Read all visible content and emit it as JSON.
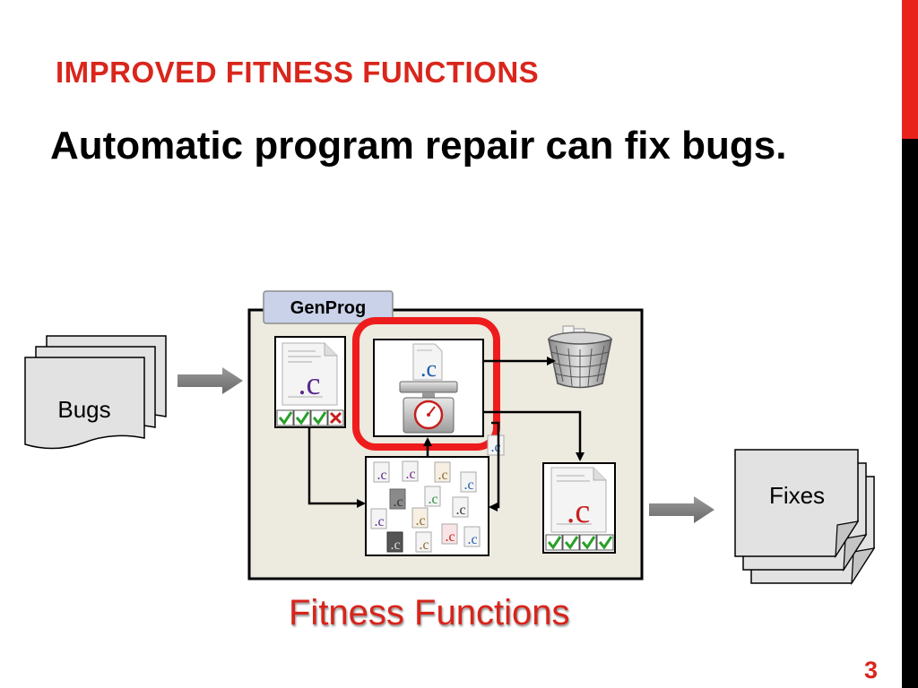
{
  "slide": {
    "title": "IMPROVED FITNESS FUNCTIONS",
    "subtitle": "Automatic program repair can fix bugs.",
    "caption": "Fitness Functions",
    "page_number": "3"
  },
  "diagram": {
    "bugs_label": "Bugs",
    "fixes_label": "Fixes",
    "genprog_label": "GenProg",
    "file_extension": ".c",
    "icons": [
      "source-file-icon",
      "scale-icon",
      "trash-can-icon",
      "checkmark-icon",
      "cross-icon",
      "arrow-icon"
    ]
  },
  "colors": {
    "accent_red": "#d9261c",
    "highlight_red": "#ee1c1c",
    "check_green": "#2aa02a",
    "c_purple": "#5a2a8c",
    "c_red": "#c81e1e",
    "c_blue": "#1e5aa8"
  }
}
